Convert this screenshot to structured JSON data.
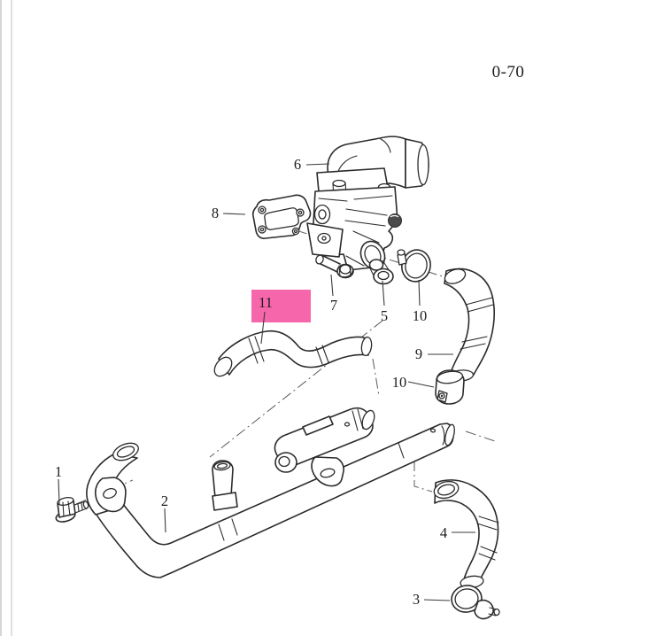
{
  "page": {
    "code": "0-70"
  },
  "colors": {
    "ink": "#2b2b2b",
    "leader": "#3a3a3a",
    "centerline": "#5a5a5a",
    "highlight": "#f566aa",
    "border": "#cccccc",
    "background": "#ffffff"
  },
  "highlight": {
    "label": "11"
  },
  "callouts": {
    "c1": "1",
    "c2": "2",
    "c3": "3",
    "c4": "4",
    "c5": "5",
    "c6": "6",
    "c7": "7",
    "c8": "8",
    "c9": "9",
    "c10a": "10",
    "c10b": "10",
    "c11": "11"
  }
}
